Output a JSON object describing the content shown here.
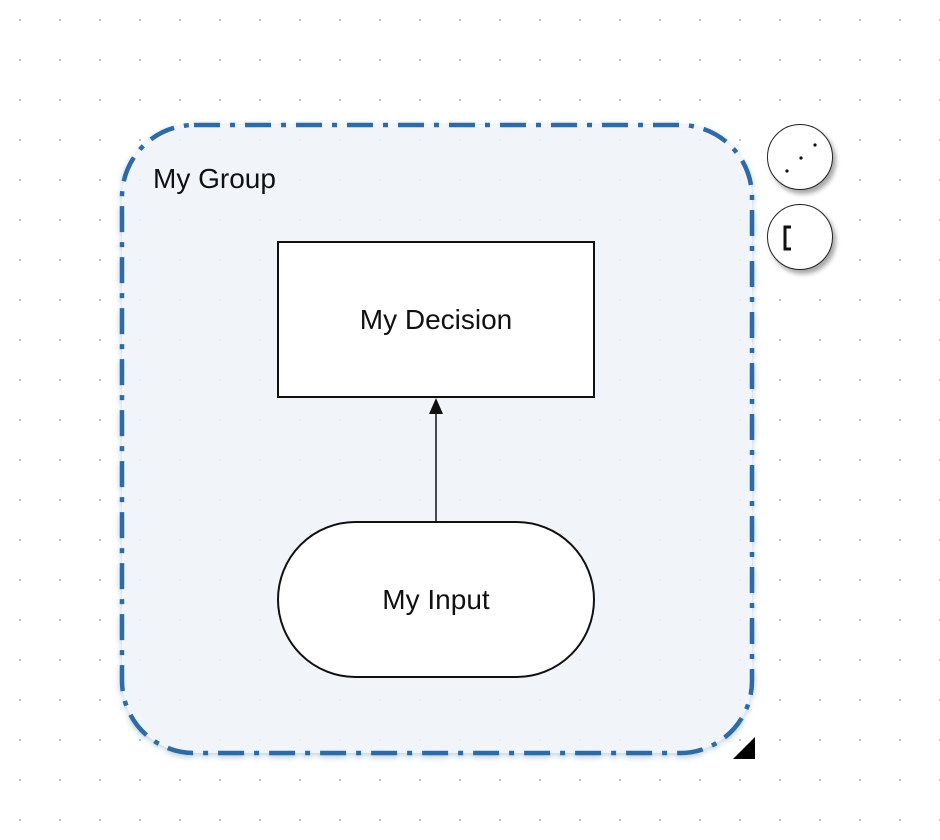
{
  "diagram": {
    "group": {
      "label": "My Group",
      "border_color": "#2f6aa3",
      "fill_color": "#f5f7fb"
    },
    "nodes": [
      {
        "id": "decision",
        "label": "My Decision",
        "shape": "rectangle"
      },
      {
        "id": "input",
        "label": "My Input",
        "shape": "stadium"
      }
    ],
    "edges": [
      {
        "from": "input",
        "to": "decision",
        "arrow": "arrowhead"
      }
    ]
  },
  "toolbar": {
    "buttons": [
      {
        "icon": "dots-icon"
      },
      {
        "icon": "bracket-icon"
      }
    ]
  }
}
